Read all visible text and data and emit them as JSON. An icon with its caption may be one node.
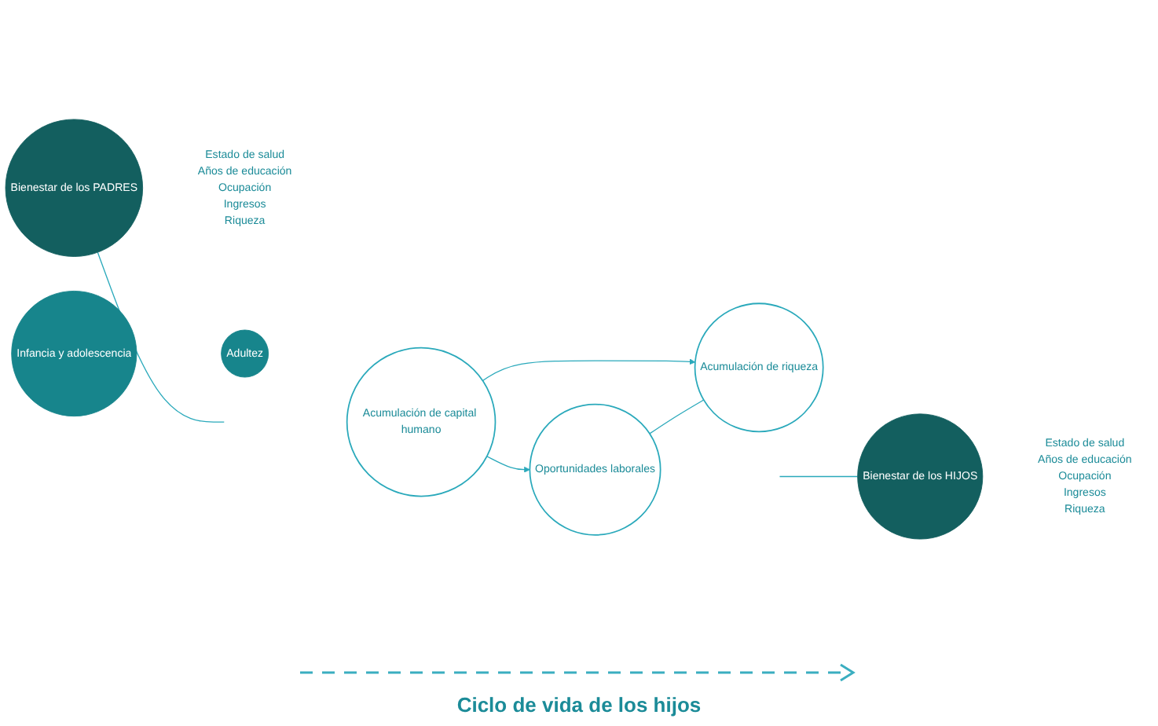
{
  "diagram": {
    "nodes": [
      {
        "text": [
          "Bienestar de los PADRES"
        ],
        "beside": [
          "Estado de salud",
          "Años de educación",
          "Ocupación",
          "Ingresos",
          "Riqueza"
        ]
      },
      {
        "text": [
          "Acumulación de capital humano"
        ]
      },
      {
        "text": [
          "Oportunidades laborales"
        ]
      },
      {
        "text": [
          "Acumulación de riqueza"
        ]
      },
      {
        "text": [
          "Bienestar de los HIJOS"
        ],
        "beside": [
          "Estado de salud",
          "Años de educación",
          "Ocupación",
          "Ingresos",
          "Riqueza"
        ]
      },
      {
        "text": [
          "Infancia y adolescencia"
        ]
      },
      {
        "text": [
          "Adultez"
        ]
      }
    ],
    "edges": [
      {
        "from": 0,
        "to": null,
        "arrow": "none"
      },
      {
        "from": 1,
        "to": 2,
        "arrow": "to"
      },
      {
        "from": 1,
        "to": 3,
        "arrow": "to"
      },
      {
        "from": 2,
        "to": 3,
        "arrow": "none"
      },
      {
        "from": null,
        "to": 4,
        "arrow": "none"
      }
    ],
    "labels": [
      "Ciclo de vida de los hijos"
    ]
  }
}
